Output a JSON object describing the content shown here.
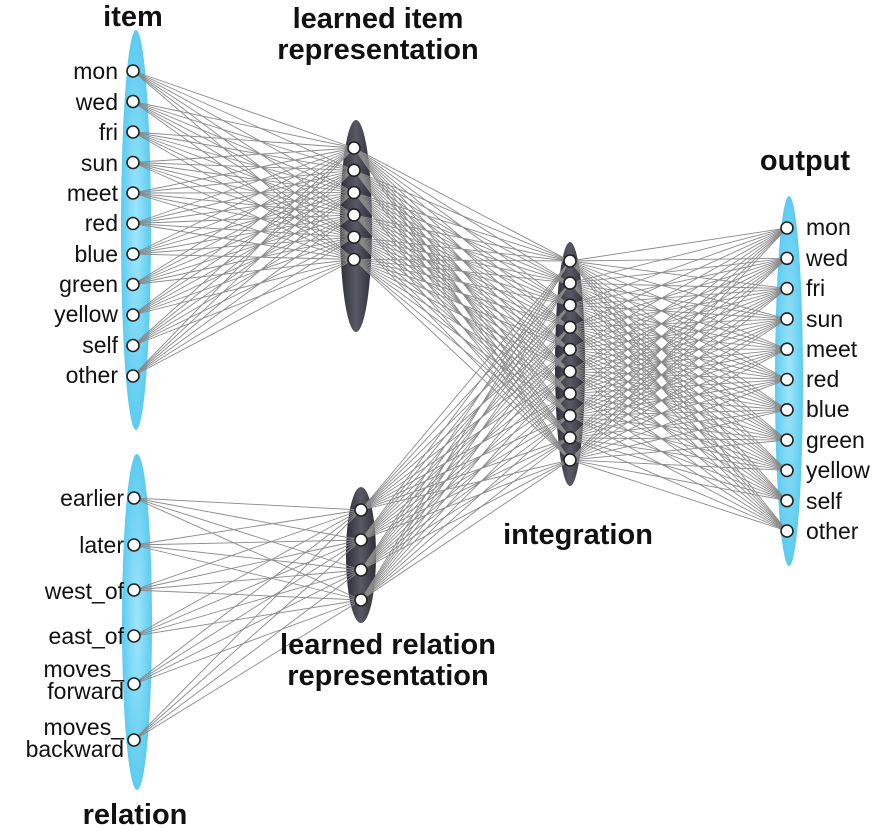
{
  "headings": {
    "item": "item",
    "learned_item": "learned item representation",
    "output": "output",
    "integration": "integration",
    "learned_relation": "learned relation representation",
    "relation": "relation"
  },
  "item_labels": [
    "mon",
    "wed",
    "fri",
    "sun",
    "meet",
    "red",
    "blue",
    "green",
    "yellow",
    "self",
    "other"
  ],
  "relation_labels": [
    "earlier",
    "later",
    "west_of",
    "east_of",
    "moves_ forward",
    "moves_ backward"
  ],
  "output_labels": [
    "mon",
    "wed",
    "fri",
    "sun",
    "meet",
    "red",
    "blue",
    "green",
    "yellow",
    "self",
    "other"
  ],
  "layer_sizes": {
    "learned_item_units": 6,
    "integration_units": 10,
    "learned_relation_units": 4
  },
  "colors": {
    "input_layer": "#5ccff2",
    "hidden_layer": "#44444e",
    "connection": "#8a8a8a",
    "node_fill": "#ffffff",
    "node_stroke": "#222222"
  }
}
